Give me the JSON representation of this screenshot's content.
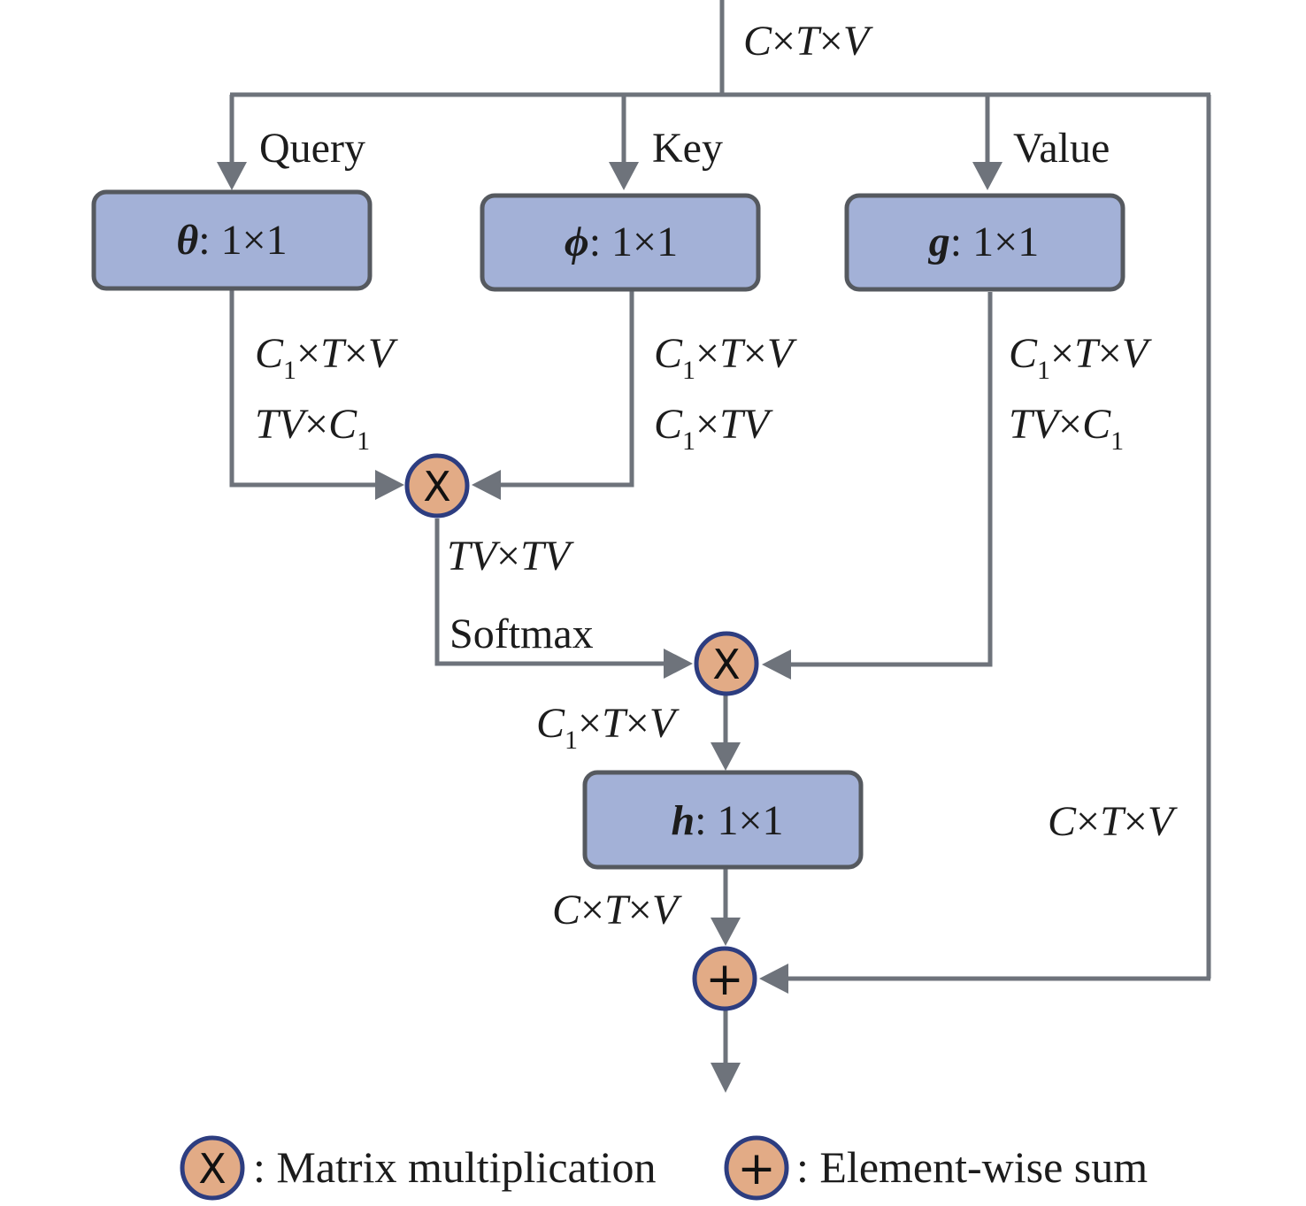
{
  "input": {
    "dim": "C×T×V"
  },
  "branches": {
    "query": {
      "label": "Query",
      "func": "θ",
      "kernel": ": 1×1",
      "dim1": "C1×T×V",
      "dim2": "TV×C1"
    },
    "key": {
      "label": "Key",
      "func": "ϕ",
      "kernel": ": 1×1",
      "dim1": "C1×T×V",
      "dim2": "C1×TV"
    },
    "value": {
      "label": "Value",
      "func": "g",
      "kernel": ": 1×1",
      "dim1": "C1×T×V",
      "dim2": "TV×C1"
    }
  },
  "attention": {
    "dim": "TV×TV",
    "softmax": "Softmax"
  },
  "aggregate": {
    "dim": "C1×T×V"
  },
  "output_conv": {
    "func": "h",
    "kernel": ": 1×1",
    "dim": "C×T×V"
  },
  "residual": {
    "dim": "C×T×V"
  },
  "operators": {
    "multiply_symbol": "X",
    "sum_symbol": "+"
  },
  "legend": {
    "multiply": ": Matrix multiplication",
    "sum": ": Element-wise sum"
  },
  "colors": {
    "box_fill": "#a3b1d7",
    "operator_fill": "#e2ab86",
    "operator_ring": "#2d3d80",
    "line": "#6e737b"
  }
}
